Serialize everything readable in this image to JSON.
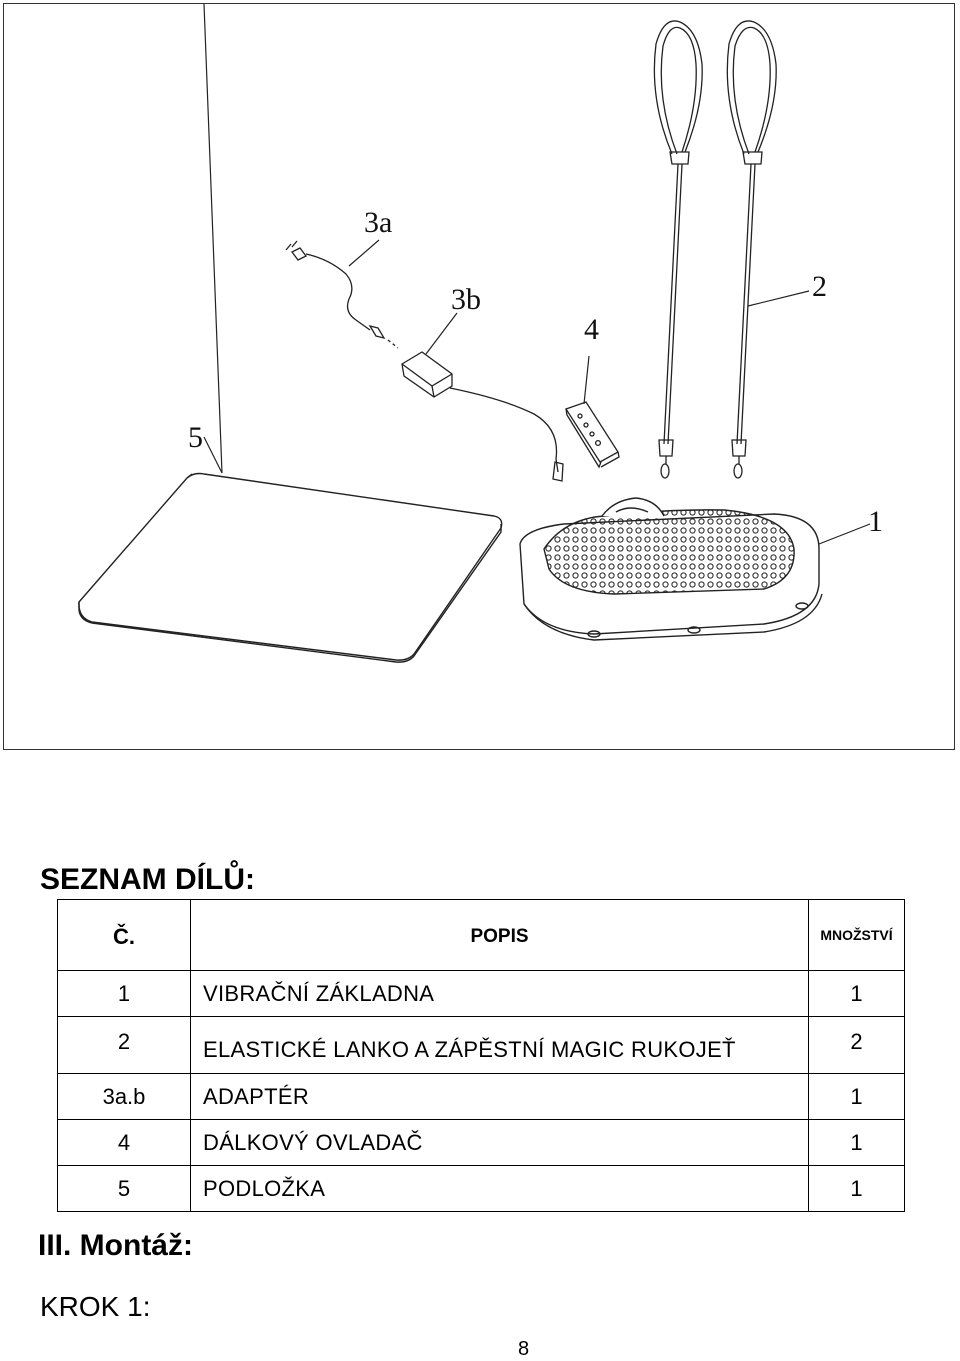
{
  "figure": {
    "callouts": {
      "c3a": "3a",
      "c3b": "3b",
      "c4": "4",
      "c2": "2",
      "c5": "5",
      "c1": "1"
    }
  },
  "parts_list": {
    "title": "SEZNAM DÍLŮ:",
    "headers": {
      "number": "Č.",
      "description": "POPIS",
      "quantity": "MNOŽSTVÍ"
    },
    "rows": [
      {
        "number": "1",
        "description": "VIBRAČNÍ ZÁKLADNA",
        "quantity": "1"
      },
      {
        "number": "2",
        "description": "ELASTICKÉ LANKO A ZÁPĚSTNÍ MAGIC RUKOJEŤ",
        "quantity": "2"
      },
      {
        "number": "3a.b",
        "description": "ADAPTÉR",
        "quantity": "1"
      },
      {
        "number": "4",
        "description": "DÁLKOVÝ OVLADAČ",
        "quantity": "1"
      },
      {
        "number": "5",
        "description": "PODLOŽKA",
        "quantity": "1"
      }
    ]
  },
  "assembly": {
    "title": "III. Montáž:",
    "step": "KROK 1:"
  },
  "page_number": "8"
}
